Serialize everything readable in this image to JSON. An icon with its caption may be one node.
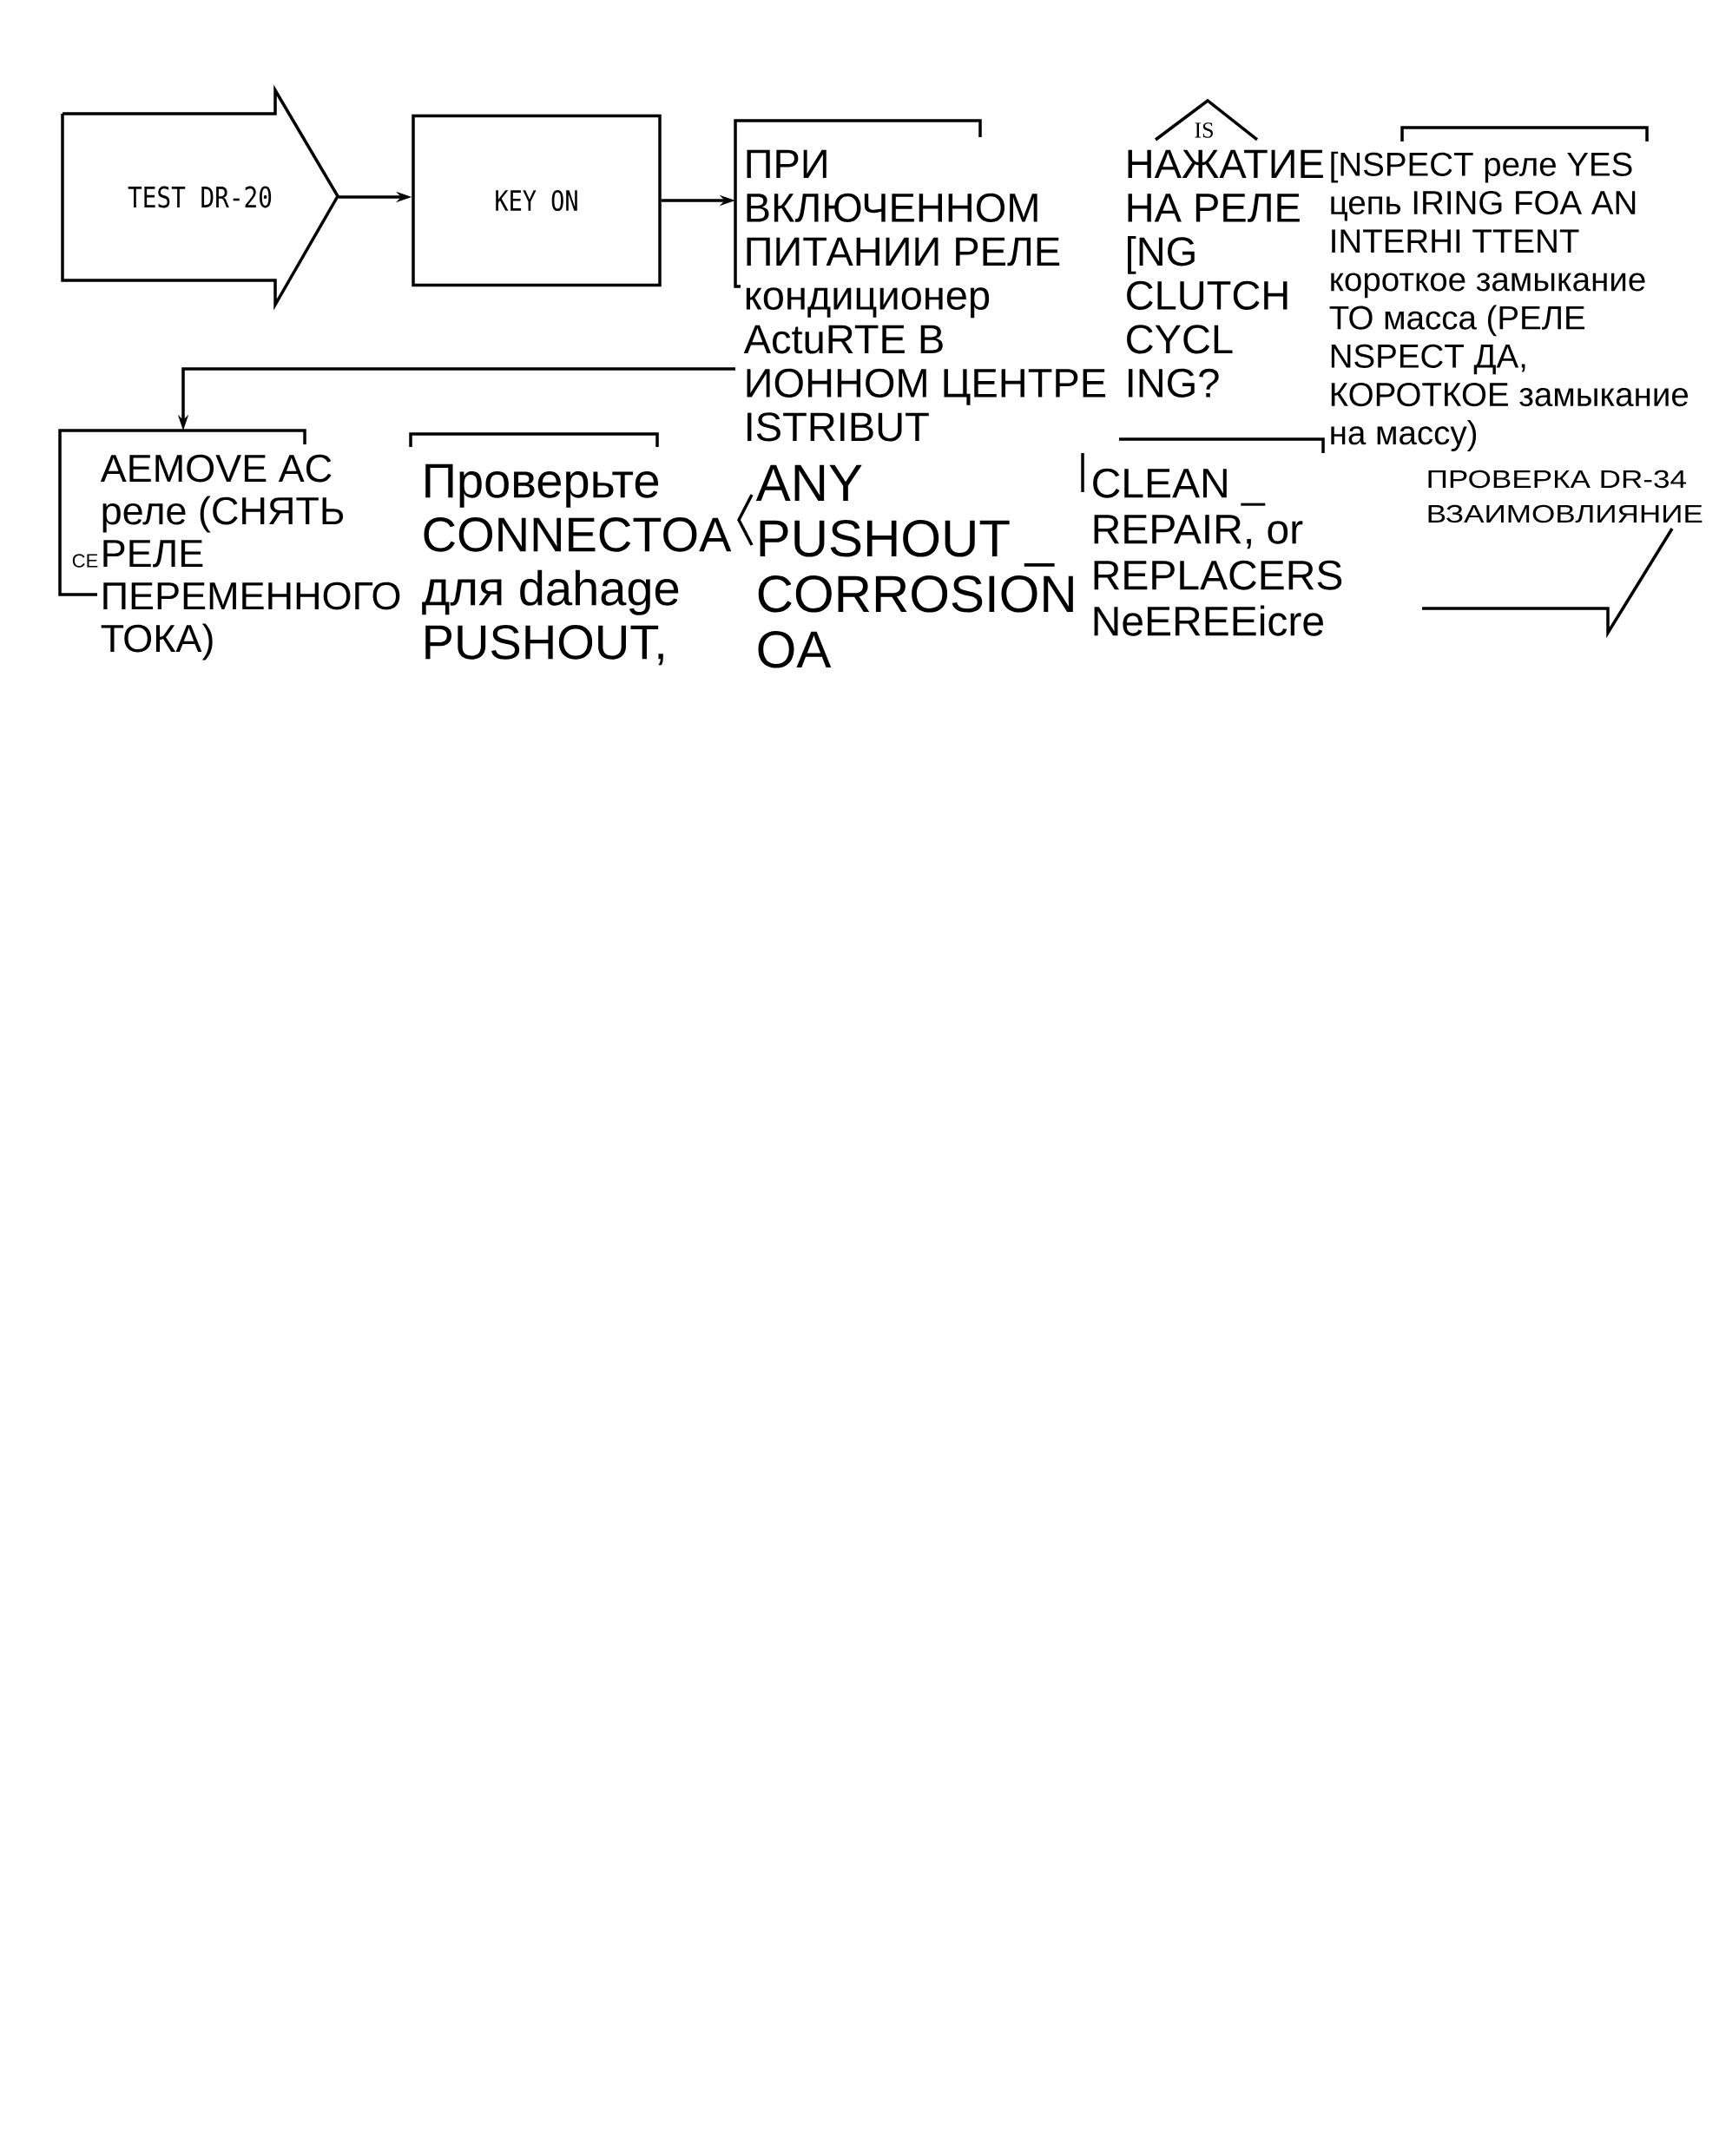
{
  "diagram": {
    "nodes": [
      {
        "text": [
          "TEST DR-20"
        ]
      },
      {
        "text": [
          "KEY ON"
        ]
      },
      {
        "text": [
          "ПРИ ВКЛЮЧЕННОМ ПИТАНИИ РЕЛЕ кондиционер ActuRTE В ИОННОМ ЦЕНТРЕ ISTRIBUT"
        ]
      },
      {
        "text": [
          "IS",
          "НАЖАТИЕ НА РЕЛЕ [NG CLUTCH CYCL ING?"
        ]
      },
      {
        "text": [
          "[NSPECT реле YES цепь IRING FOA AN INTERHI TTENT короткое замыкание ТО масса (РЕЛЕ NSPECT ДА, КОРОТКОЕ замыкание на массу)"
        ]
      },
      {
        "text": [
          "AEMOVE AC реле (СНЯТЬ РЕЛЕ ПЕРЕМЕННОГО ТОКА)"
        ]
      },
      {
        "text": [
          "Проверьте CONNECTOA для dahage PUSHOUT,"
        ]
      },
      {
        "text": [
          "ANY PUSHOUT _ CORROSION OA"
        ]
      },
      {
        "text": [
          "CLEAN _ REPAIR, or REPLACERS NeEREEicre"
        ]
      },
      {
        "text": [
          "ПРОВЕРКА DR-34 ВЗАИМОВЛИЯНИЕ"
        ]
      }
    ],
    "edges": [
      {
        "from": 0,
        "to": 1,
        "arrow": "to"
      },
      {
        "from": 1,
        "to": 2,
        "arrow": "to"
      },
      {
        "from": 2,
        "to": 5,
        "arrow": "to"
      }
    ],
    "labels": [
      "CE"
    ]
  }
}
